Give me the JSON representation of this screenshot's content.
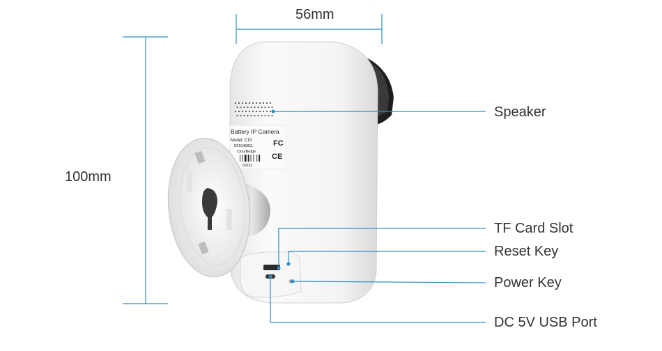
{
  "dimensions": {
    "width_label": "56mm",
    "height_label": "100mm"
  },
  "callouts": [
    {
      "id": "speaker",
      "label": "Speaker"
    },
    {
      "id": "tf-card-slot",
      "label": "TF Card Slot"
    },
    {
      "id": "reset-key",
      "label": "Reset Key"
    },
    {
      "id": "power-key",
      "label": "Power Key"
    },
    {
      "id": "dc-usb-port",
      "label": "DC 5V USB Port"
    }
  ],
  "product_label": {
    "title": "Battery IP Camera",
    "model": "Model: C10",
    "serial": "021546811",
    "brand": "CloudEdge",
    "code": "00332",
    "fcc_mark": "FC",
    "ce_mark": "CE"
  },
  "colors": {
    "accent": "#2a8fc4",
    "body": "#f2f2f2",
    "text": "#333333"
  }
}
